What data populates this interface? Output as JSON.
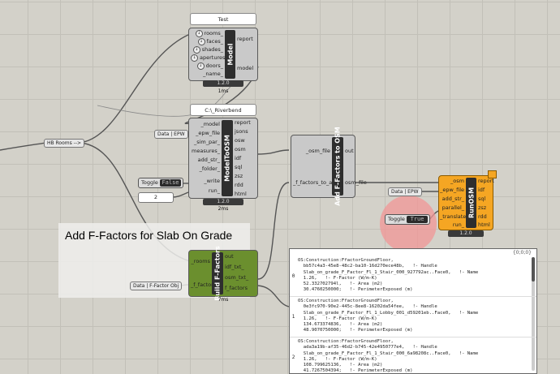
{
  "canvas": {
    "colors": {
      "background": "#d3d1c9",
      "wire": "#555555",
      "selected": "#6b8f2e",
      "orange": "#f5a623",
      "highlight": "#f1a0a0"
    }
  },
  "model": {
    "panel_text": "Test",
    "name": "Model",
    "inputs": [
      "rooms_",
      "faces_",
      "shades_",
      "apertures_",
      "doors_",
      "_name_"
    ],
    "outputs": [
      "report",
      "model"
    ],
    "version": "1.2.0",
    "timing": "1ms"
  },
  "hb_rooms_param": "HB Rooms -->",
  "model_to_osm": {
    "panel_text": "C:\\_Riverbend",
    "name": "ModelToOSM",
    "inputs": [
      "_model",
      "_epw_file",
      "_sim_par_",
      "measures_",
      "add_str_",
      "_folder_",
      "_write",
      "run_"
    ],
    "outputs": [
      "report",
      "jsons",
      "osw",
      "osm",
      "idf",
      "sql",
      "zsz",
      "rdd",
      "html"
    ],
    "version": "1.2.0",
    "timing": "2ms"
  },
  "epw_param_1": "Data | EPW",
  "toggle_1": {
    "label": "Toggle",
    "value": "False"
  },
  "number_slider": "2",
  "add_ffactors": {
    "name": "Add F-Factors to OSM",
    "inputs": [
      "_osm_file",
      "_f_factors_to_add"
    ],
    "outputs": [
      "out",
      "osm_file"
    ]
  },
  "epw_param_2": "Data | EPW",
  "run_osm": {
    "name": "RunOSM",
    "inputs": [
      "_osm",
      "_epw_file",
      "add_str_",
      "parallel_",
      "_translate_",
      "run_"
    ],
    "outputs": [
      "report",
      "idf",
      "sql",
      "zsz",
      "rdd",
      "html"
    ],
    "version": "1.2.0"
  },
  "toggle_2": {
    "label": "Toggle",
    "value": "True"
  },
  "group_title": "Add F-Factors for Slab On Grade",
  "build_ffactors": {
    "name": "Build F-Factors",
    "inputs": [
      "_rooms",
      "_f_factor"
    ],
    "outputs": [
      "out",
      "idf_txt_",
      "osm_txt_",
      "f_factors"
    ],
    "timing": "7ms"
  },
  "ffactor_obj_param": "Data | F-Factor Obj",
  "output_panel": {
    "header": "{0;0;0}",
    "entries": [
      {
        "index": "0",
        "text": "OS:Construction:FfactorGroundFloor,\n  bb57c4a3-45e8-48c2-ba10-16d270ece48b,   !- Handle\n  Slab_on_grade_F_Factor_Fl_1_Stair_000_927792ac..Face0,   !- Name\n  1.26,   !- F-Factor (W/m-K)\n  52.332702794l,   !- Area (m2)\n  30.4760250000;   !- PerimeterExposed (m)"
      },
      {
        "index": "1",
        "text": "OS:Construction:FfactorGroundFloor,\n  0e3fc970-90e2-445c-8ee8-16202da54fee,   !- Handle\n  Slab_on_grade_F_Factor_Fl_1_Lobby_001_d59201eb..Face0,   !- Name\n  1.26,   !- F-Factor (W/m-K)\n  134.673374836,   !- Area (m2)\n  48.9070750000;   !- PerimeterExposed (m)"
      },
      {
        "index": "2",
        "text": "OS:Construction:FfactorGroundFloor,\n  ada3a19b-af35-46d2-b745-42e4950777e4,   !- Handle\n  Slab_on_grade_F_Factor_Fl_1_Stair_000_6a98208c..Face0,   !- Name\n  1.26,   !- F-Factor (W/m-K)\n  108.799625136,   !- Area (m2)\n  41.7267504394;   !- PerimeterExposed (m)"
      }
    ]
  }
}
